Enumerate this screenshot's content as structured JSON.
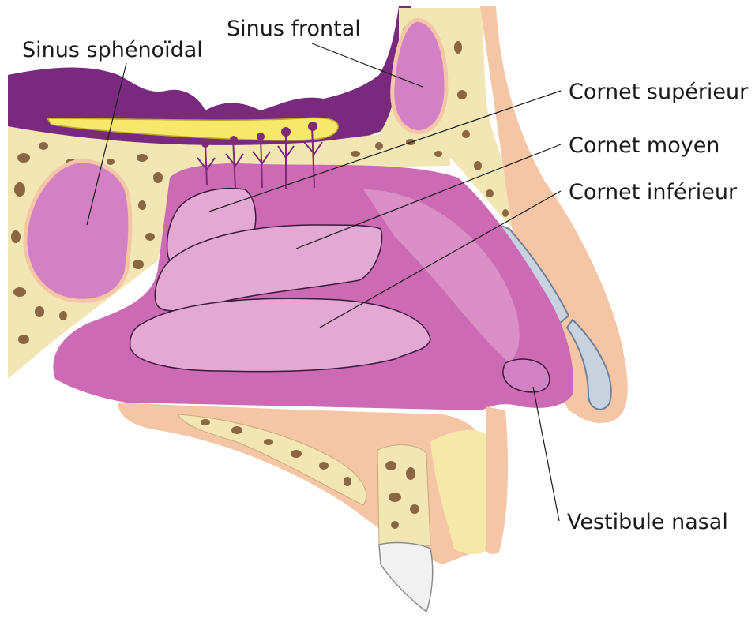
{
  "labels": {
    "sinus_sphenoidal": "Sinus sphénoïdal",
    "sinus_frontal": "Sinus frontal",
    "cornet_superieur": "Cornet supérieur",
    "cornet_moyen": "Cornet moyen",
    "cornet_inferieur": "Cornet inférieur",
    "vestibule_nasal": "Vestibule nasal"
  },
  "colors": {
    "brain": "#7a2a7e",
    "bone": "#f1e6b4",
    "bone_spots": "#8a6642",
    "skin": "#f4c6a6",
    "cavity": "#cc6ab4",
    "cavity_light": "#e3a8d4",
    "sinus": "#d282c4",
    "cartilage": "#c9d3e0",
    "olfactory": "#f5e86a",
    "nerves": "#7e2a78",
    "tooth": "#f2f2f2"
  }
}
